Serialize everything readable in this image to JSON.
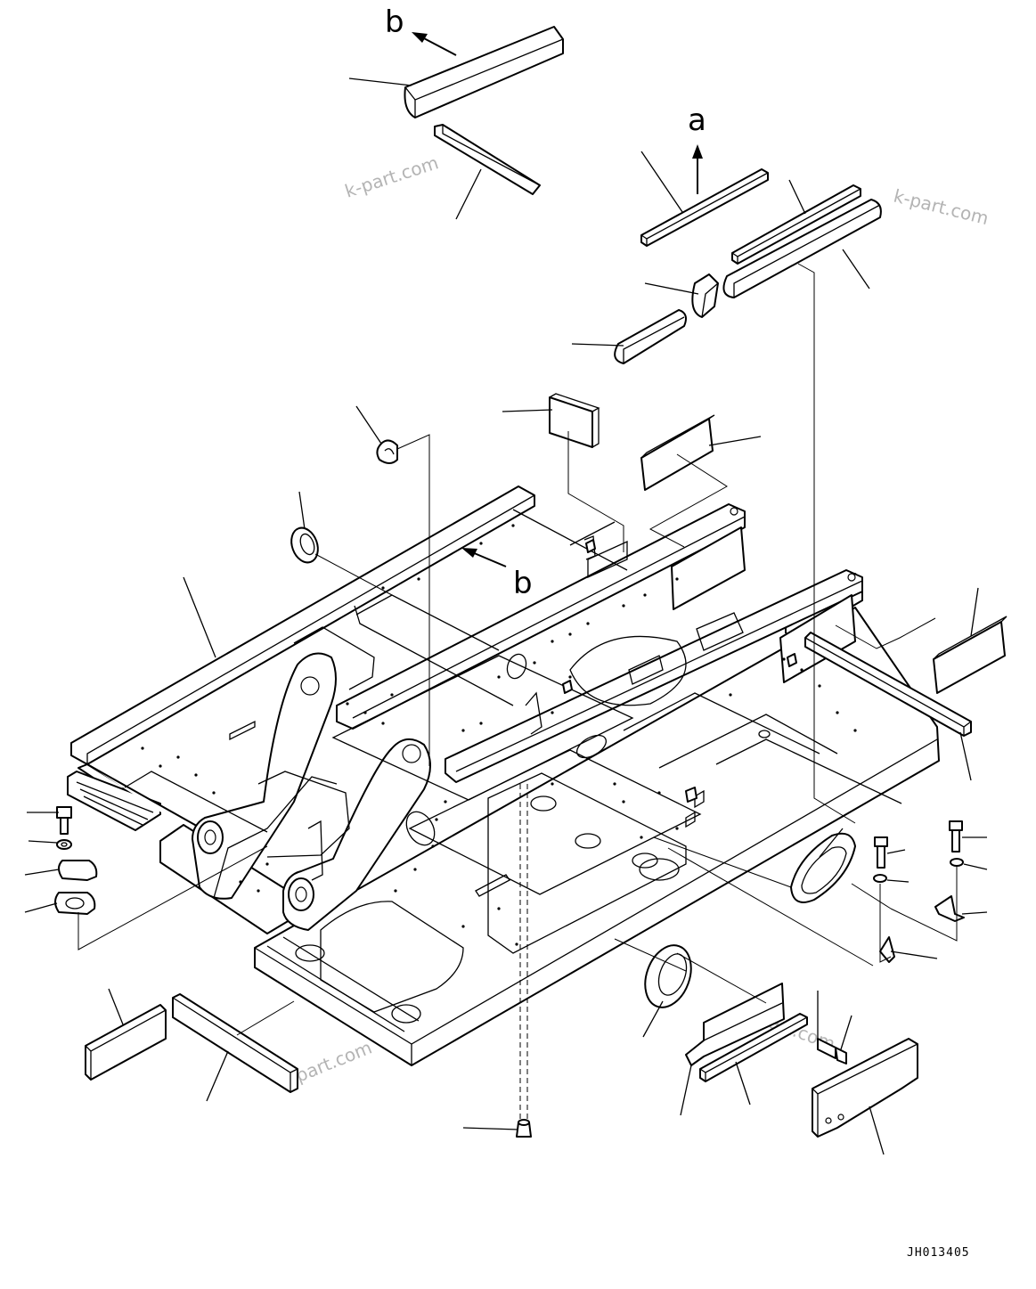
{
  "diagram": {
    "drawing_code": "JH013405",
    "view_labels": [
      "a",
      "b"
    ],
    "watermark": "k-part.com",
    "line_color": "#000000",
    "watermark_color": "#b4b4b4",
    "background_color": "#ffffff"
  }
}
